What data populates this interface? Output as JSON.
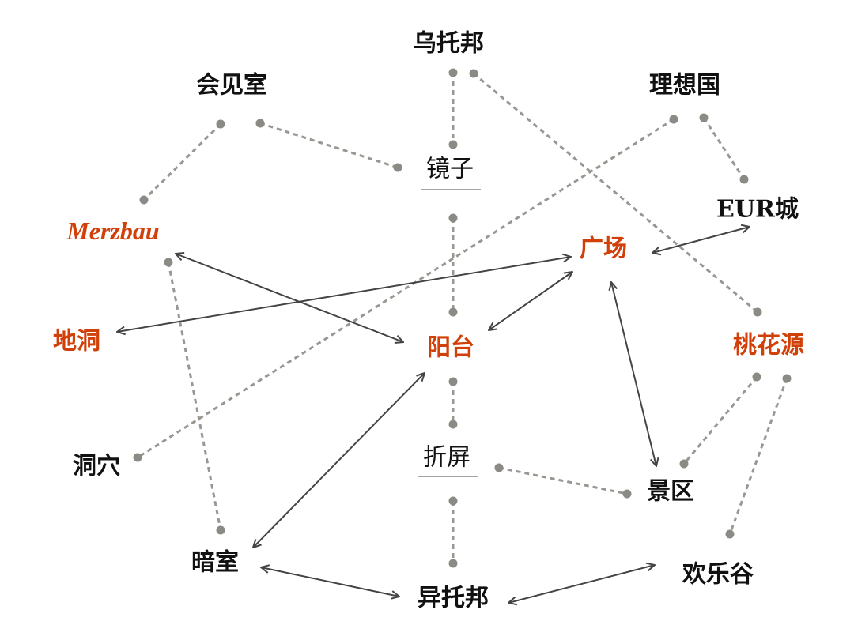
{
  "colors": {
    "highlight": "#d2400a",
    "normal": "#111111",
    "dashed": "#9a9792",
    "arrow": "#444444"
  },
  "nodes": {
    "utopia": {
      "label": "乌托邦",
      "highlight": false
    },
    "meeting_room": {
      "label": "会见室",
      "highlight": false
    },
    "republic": {
      "label": "理想国",
      "highlight": false
    },
    "mirror": {
      "label": "镜子",
      "highlight": false
    },
    "eur": {
      "label": "EUR城",
      "highlight": false
    },
    "merzbau": {
      "label": "Merzbau",
      "highlight": true
    },
    "square": {
      "label": "广场",
      "highlight": true
    },
    "burrow": {
      "label": "地洞",
      "highlight": true
    },
    "balcony": {
      "label": "阳台",
      "highlight": true
    },
    "peach_garden": {
      "label": "桃花源",
      "highlight": true
    },
    "cave": {
      "label": "洞穴",
      "highlight": false
    },
    "folding_screen": {
      "label": "折屏",
      "highlight": false
    },
    "scenic_area": {
      "label": "景区",
      "highlight": false
    },
    "darkroom": {
      "label": "暗室",
      "highlight": false
    },
    "heterotopia": {
      "label": "异托邦",
      "highlight": false
    },
    "happy_valley": {
      "label": "欢乐谷",
      "highlight": false
    }
  },
  "dashed_links": [
    [
      "utopia",
      "mirror"
    ],
    [
      "utopia",
      "peach_garden"
    ],
    [
      "meeting_room",
      "merzbau"
    ],
    [
      "meeting_room",
      "mirror"
    ],
    [
      "republic",
      "cave"
    ],
    [
      "republic",
      "eur"
    ],
    [
      "mirror",
      "balcony"
    ],
    [
      "merzbau",
      "darkroom"
    ],
    [
      "balcony",
      "folding_screen"
    ],
    [
      "peach_garden",
      "scenic_area"
    ],
    [
      "peach_garden",
      "happy_valley"
    ],
    [
      "folding_screen",
      "scenic_area"
    ],
    [
      "folding_screen",
      "heterotopia"
    ]
  ],
  "arrow_links": [
    [
      "merzbau",
      "balcony"
    ],
    [
      "burrow",
      "square"
    ],
    [
      "balcony",
      "square"
    ],
    [
      "square",
      "eur"
    ],
    [
      "square",
      "scenic_area"
    ],
    [
      "balcony",
      "darkroom"
    ],
    [
      "darkroom",
      "heterotopia"
    ],
    [
      "heterotopia",
      "happy_valley"
    ]
  ]
}
